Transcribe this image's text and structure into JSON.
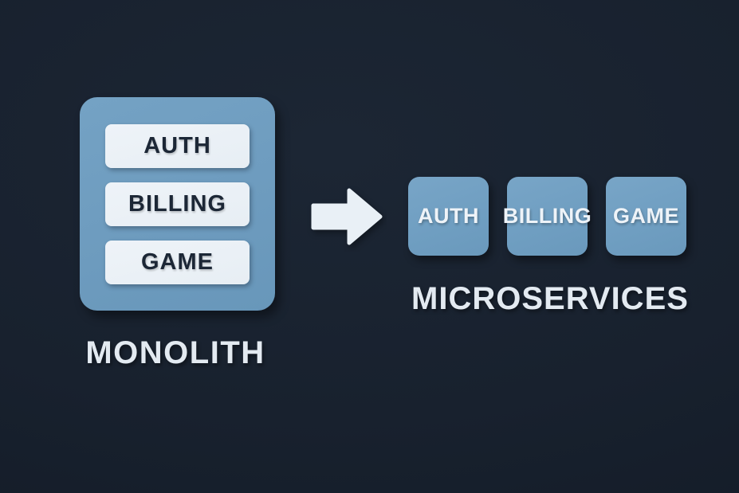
{
  "diagram": {
    "monolith": {
      "label": "MONOLITH",
      "components": [
        "AUTH",
        "BILLING",
        "GAME"
      ]
    },
    "arrow": {
      "icon": "right-block-arrow"
    },
    "microservices": {
      "label": "MICROSERVICES",
      "services": [
        "AUTH",
        "BILLING",
        "GAME"
      ]
    },
    "colors": {
      "background": "#18212e",
      "panel_blue": "#6e9cbf",
      "service_blue": "#6f9ec1",
      "light_surface": "#e9eff5",
      "dark_text": "#1c2736",
      "label_text": "#e3eaf1"
    }
  }
}
